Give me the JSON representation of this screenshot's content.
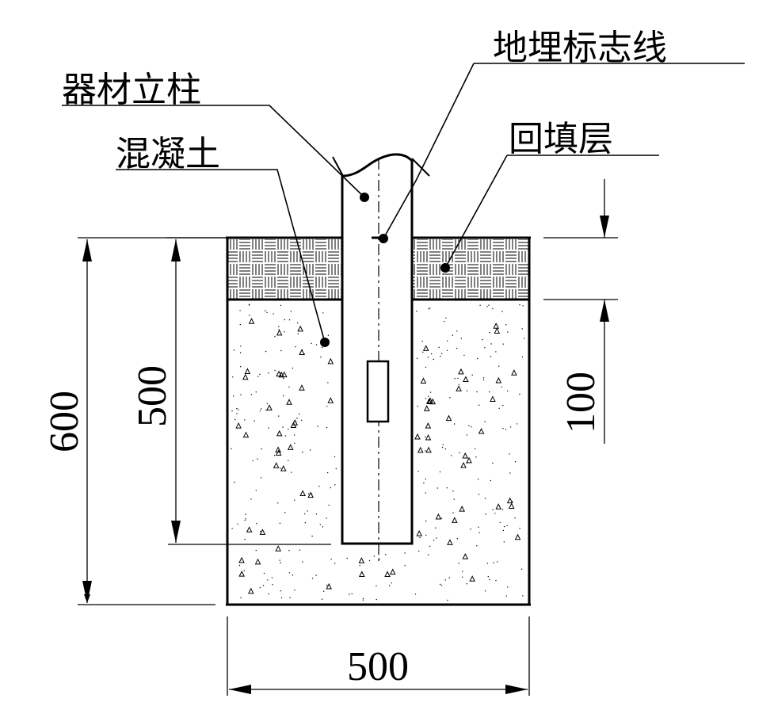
{
  "labels": {
    "post": "器材立柱",
    "concrete": "混凝土",
    "marker_line": "地埋标志线",
    "backfill": "回填层"
  },
  "dimensions": {
    "total_depth": "600",
    "embed_depth": "500",
    "backfill_thickness": "100",
    "width": "500"
  },
  "colors": {
    "line": "#000000",
    "background": "#ffffff"
  }
}
